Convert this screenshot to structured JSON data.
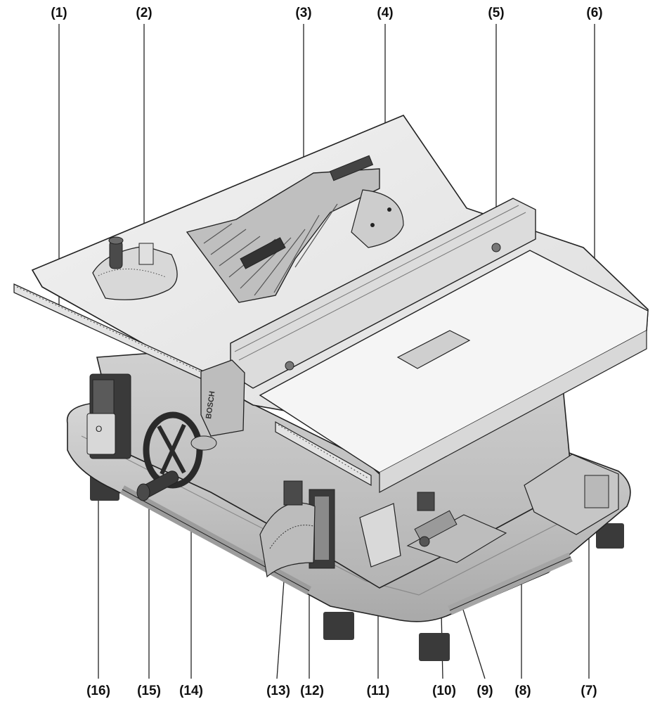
{
  "callouts": {
    "c1": "(1)",
    "c2": "(2)",
    "c3": "(3)",
    "c4": "(4)",
    "c5": "(5)",
    "c6": "(6)",
    "c7": "(7)",
    "c8": "(8)",
    "c9": "(9)",
    "c10": "(10)",
    "c11": "(11)",
    "c12": "(12)",
    "c13": "(13)",
    "c14": "(14)",
    "c15": "(15)",
    "c16": "(16)"
  },
  "markings": {
    "brand": "BOSCH",
    "switch_off": "O"
  },
  "colors": {
    "body": "#c9c9c9",
    "table": "#ececec",
    "dark": "#3a3a3a",
    "line": "#222222"
  }
}
